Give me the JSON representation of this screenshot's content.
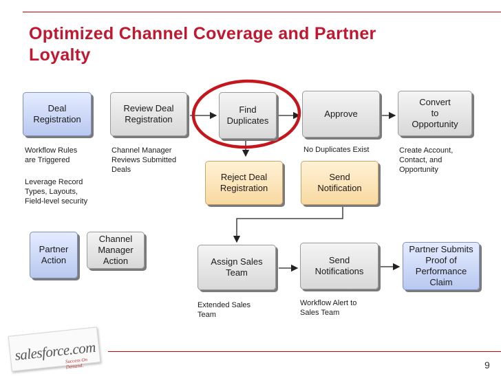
{
  "title": "Optimized Channel Coverage and Partner Loyalty",
  "boxes": {
    "deal_registration": "Deal\nRegistration",
    "review_deal": "Review Deal\nRegistration",
    "find_duplicates": "Find\nDuplicates",
    "approve": "Approve",
    "convert": "Convert\nto\nOpportunity",
    "reject_deal": "Reject Deal\nRegistration",
    "send_notification": "Send\nNotification",
    "partner_action": "Partner\nAction",
    "channel_manager_action": "Channel\nManager\nAction",
    "assign_sales_team": "Assign Sales\nTeam",
    "send_notifications": "Send\nNotifications",
    "partner_submits": "Partner Submits\nProof of\nPerformance\nClaim"
  },
  "notes": {
    "workflow_rules": "Workflow  Rules\nare Triggered",
    "leverage_record": "Leverage Record\nTypes, Layouts,\nField-level security",
    "channel_manager_reviews": "Channel Manager\nReviews Submitted\nDeals",
    "no_duplicates": "No Duplicates Exist",
    "create_account": "Create Account,\nContact, and\nOpportunity",
    "extended_sales": "Extended Sales\nTeam",
    "workflow_alert": "Workflow Alert to\nSales Team"
  },
  "logo": {
    "brand": "salesforce.com",
    "tagline": "Success On Demand."
  },
  "page_number": "9",
  "colors": {
    "title": "#c01830",
    "highlight_circle": "#c4161c",
    "partner_box": "#c9d5f5",
    "reject_box": "#f8d9a0"
  }
}
